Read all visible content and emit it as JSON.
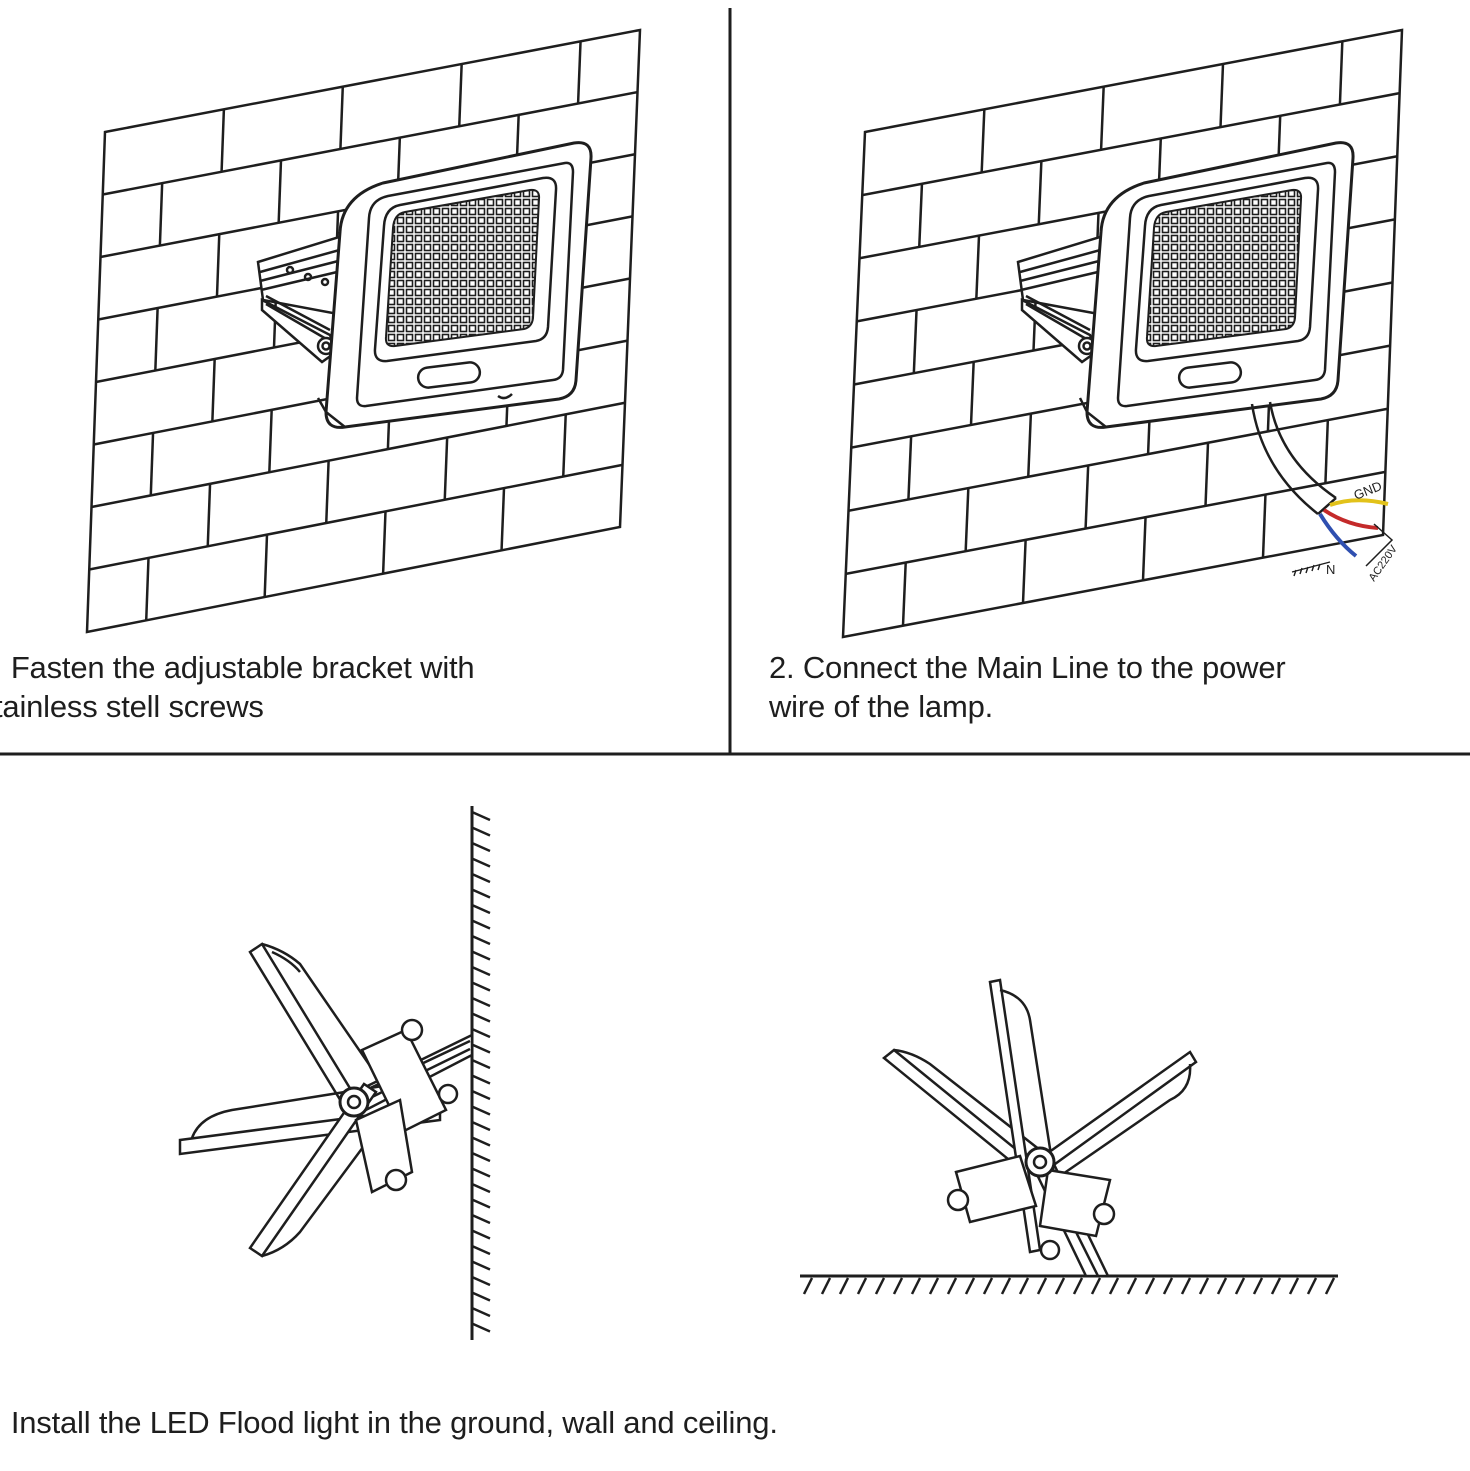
{
  "steps": [
    {
      "line1": ". Fasten the adjustable bracket with",
      "line2": "tainless stell screws"
    },
    {
      "line1": "2. Connect the Main Line to the power",
      "line2": "wire of the lamp."
    },
    {
      "line1": ". Install the LED Flood light in the ground, wall and ceiling."
    }
  ],
  "wire_labels": {
    "ground": "GND",
    "neutral": "N",
    "live": "AC220V"
  },
  "colors": {
    "ink": "#1e1e1e",
    "wire_yellow": "#e2c21a",
    "wire_red": "#c42a2a",
    "wire_blue": "#2f4fb0"
  }
}
